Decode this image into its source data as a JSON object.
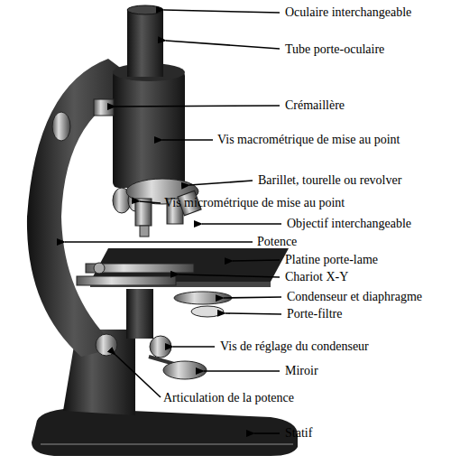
{
  "diagram": {
    "labels": [
      "Oculaire interchangeable",
      "Tube porte-oculaire",
      "Crémaillère",
      "Vis macrométrique de mise au point",
      "Barillet, tourelle ou revolver",
      "Vis micrométrique de mise au point",
      "Objectif interchangeable",
      "Potence",
      "Platine porte-lame",
      "Chariot X-Y",
      "Condenseur et diaphragme",
      "Porte-filtre",
      "Vis de réglage du condenseur",
      "Miroir",
      "Articulation de la potence",
      "Statif"
    ]
  }
}
